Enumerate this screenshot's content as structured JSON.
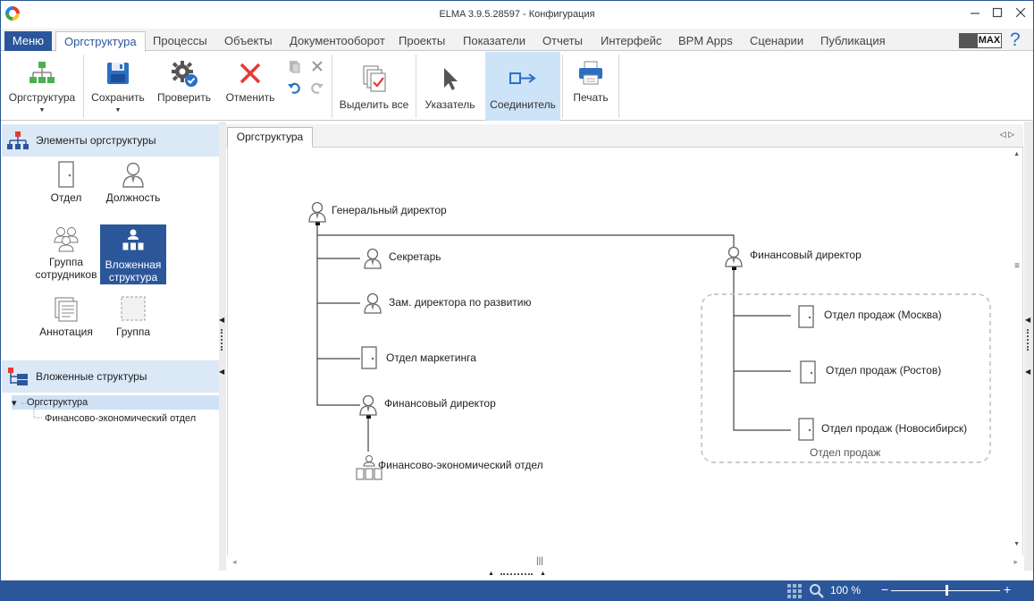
{
  "window": {
    "title": "ELMA 3.9.5.28597 - Конфигурация"
  },
  "menu": {
    "menu_label": "Меню",
    "tabs": [
      {
        "label": "Оргструктура",
        "active": true
      },
      {
        "label": "Процессы"
      },
      {
        "label": "Объекты"
      },
      {
        "label": "Документооборот"
      },
      {
        "label": "Проекты"
      },
      {
        "label": "Показатели"
      },
      {
        "label": "Отчеты"
      },
      {
        "label": "Интерфейс"
      },
      {
        "label": "BPM Apps"
      },
      {
        "label": "Сценарии"
      },
      {
        "label": "Публикация"
      }
    ],
    "edition_badge": "MAX",
    "help": "?"
  },
  "ribbon": {
    "orgstructure": "Оргструктура",
    "save": "Сохранить",
    "check": "Проверить",
    "cancel": "Отменить",
    "select_all": "Выделить все",
    "pointer": "Указатель",
    "connector": "Соединитель",
    "print": "Печать"
  },
  "left": {
    "elements_header": "Элементы оргструктуры",
    "tools": {
      "department": "Отдел",
      "position": "Должность",
      "employee_group_1": "Группа",
      "employee_group_2": "сотрудников",
      "nested_1": "Вложенная",
      "nested_2": "структура",
      "annotation": "Аннотация",
      "group": "Группа"
    },
    "nested_header": "Вложенные структуры",
    "tree": {
      "root": "Оргструктура",
      "child": "Финансово-экономический отдел"
    }
  },
  "canvas": {
    "tab": "Оргструктура",
    "nodes": {
      "general_director": "Генеральный директор",
      "secretary": "Секретарь",
      "deputy": "Зам. директора по развитию",
      "marketing": "Отдел маркетинга",
      "fin_director_left": "Финансовый директор",
      "fin_econ_dept": "Финансово-экономический отдел",
      "fin_director_right": "Финансовый директор",
      "sales_moscow": "Отдел продаж (Москва)",
      "sales_rostov": "Отдел продаж (Ростов)",
      "sales_novosibirsk": "Отдел продаж (Новосибирск)"
    },
    "group_caption": "Отдел продаж"
  },
  "status": {
    "zoom": "100 %",
    "minus": "−",
    "plus": "+",
    "zoom_level_percent": 100
  },
  "colors": {
    "accent": "#2b579a",
    "selected_light": "#cde3f7",
    "panel_header": "#dbe8f6"
  }
}
